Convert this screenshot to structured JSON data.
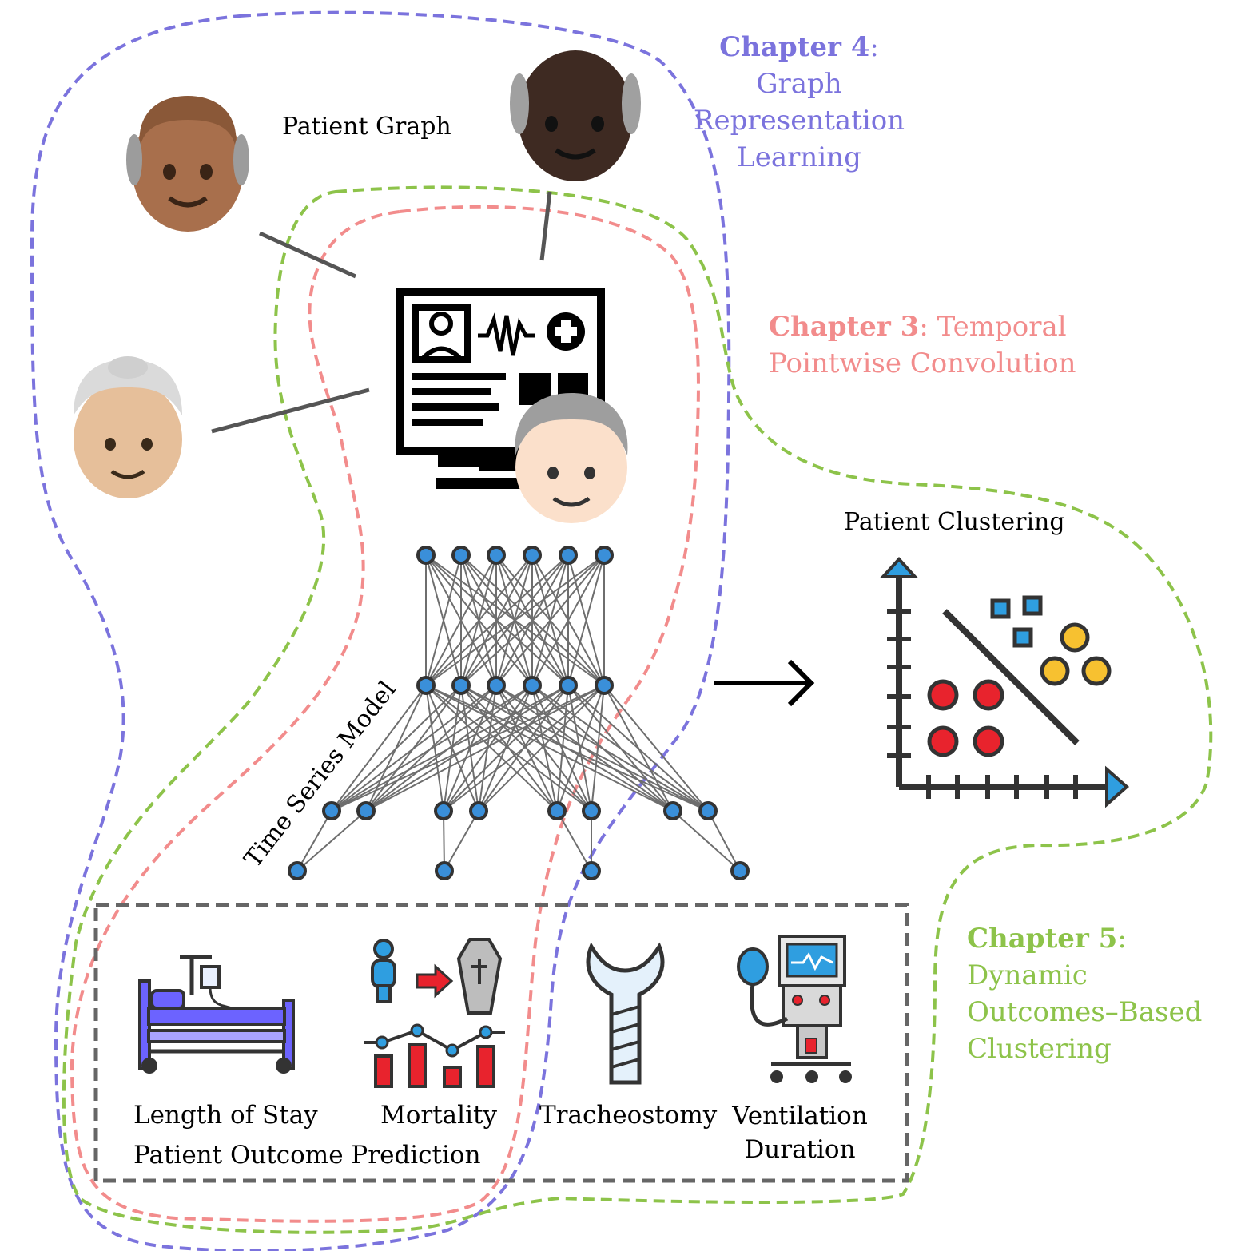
{
  "chapters": {
    "ch4": {
      "bold": "Chapter 4",
      "rest": ": Graph",
      "line2": "Representation",
      "line3": "Learning",
      "color": "#7b73dd"
    },
    "ch3": {
      "bold": "Chapter 3",
      "rest": ": Temporal",
      "line2": "Pointwise Convolution",
      "color": "#f28c8c"
    },
    "ch5": {
      "bold": "Chapter 5",
      "rest": ": Dynamic",
      "line2": "Outcomes–Based",
      "line3": "Clustering",
      "color": "#8dc34a"
    }
  },
  "labels": {
    "patient_graph": "Patient Graph",
    "patient_clustering": "Patient Clustering",
    "time_series_model": "Time Series Model",
    "outcome_prediction": "Patient Outcome Prediction"
  },
  "outcomes": [
    {
      "label": "Length of Stay",
      "icon": "hospital-bed-icon"
    },
    {
      "label": "Mortality",
      "icon": "mortality-icon"
    },
    {
      "label": "Tracheostomy",
      "icon": "trachea-icon"
    },
    {
      "label": "Ventilation",
      "label2": "Duration",
      "icon": "ventilator-icon"
    }
  ],
  "colors": {
    "node": "#3a8fd9",
    "cluster_red": "#e8232d",
    "cluster_yellow": "#f7c130",
    "cluster_blue": "#2f9ee0"
  }
}
